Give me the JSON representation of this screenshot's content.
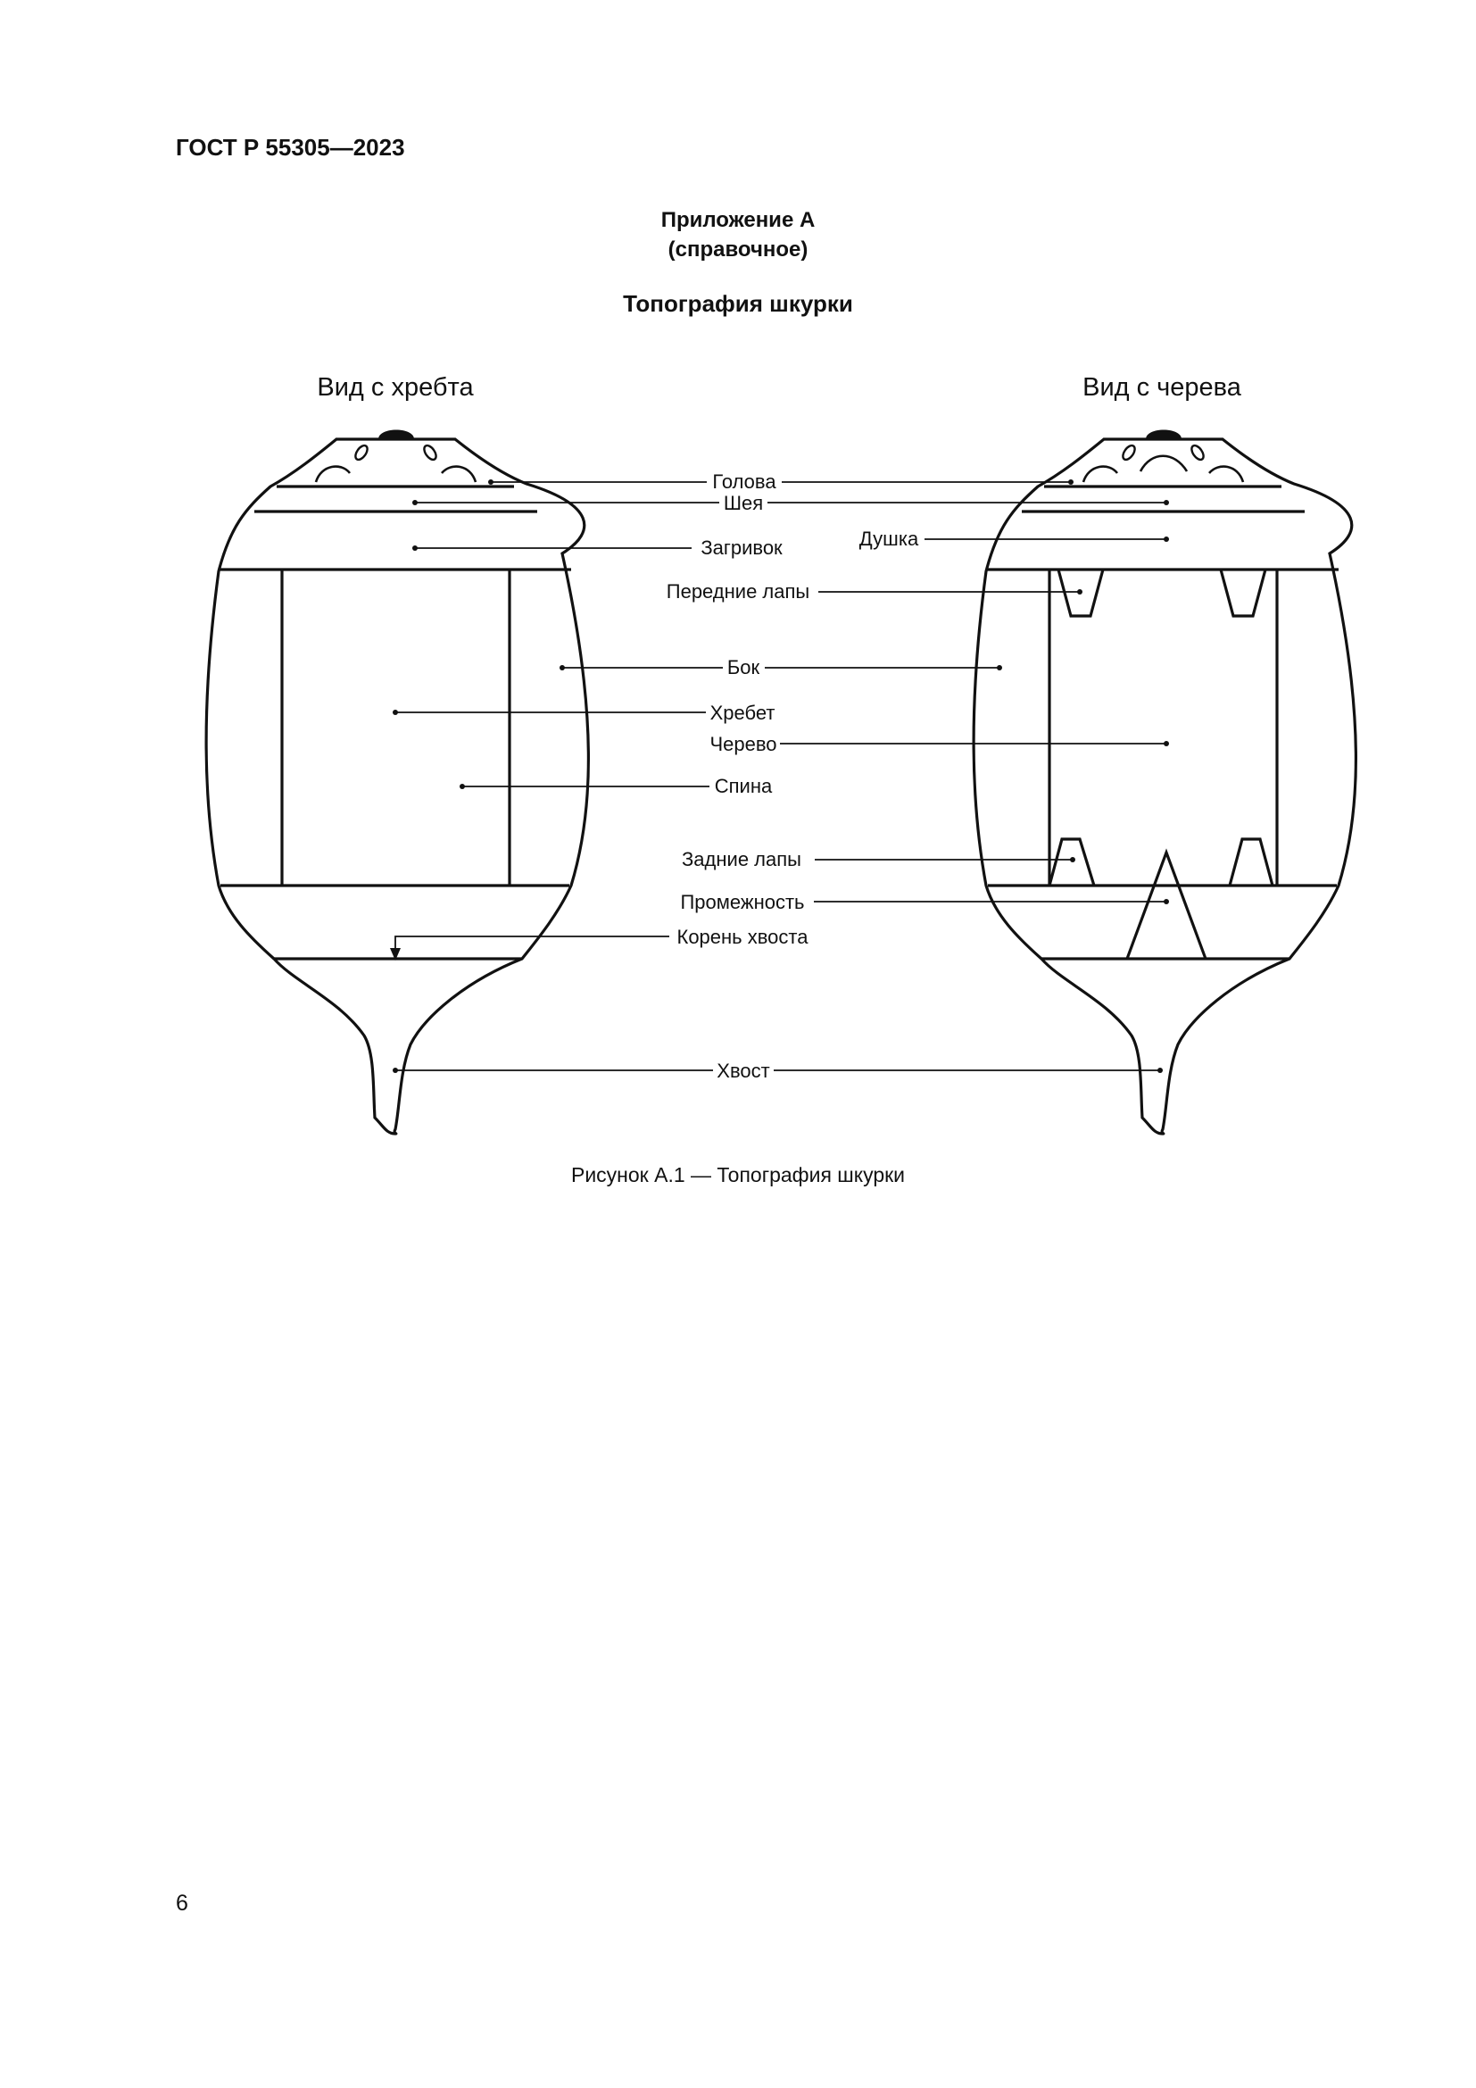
{
  "header": {
    "doc_code": "ГОСТ Р 55305—2023"
  },
  "appendix": {
    "title": "Приложение А",
    "subtitle": "(справочное)"
  },
  "section": {
    "title": "Топография шкурки"
  },
  "figure": {
    "left_view_title": "Вид с хребта",
    "right_view_title": "Вид с черева",
    "labels": {
      "head": "Голова",
      "neck": "Шея",
      "scruff": "Загривок",
      "dushka": "Душка",
      "front_paws": "Передние лапы",
      "side": "Бок",
      "ridge": "Хребет",
      "belly": "Черево",
      "back": "Спина",
      "hind_paws": "Задние лапы",
      "perineum": "Промежность",
      "tail_root": "Корень хвоста",
      "tail": "Хвост"
    },
    "caption": "Рисунок А.1 — Топография шкурки"
  },
  "footer": {
    "page_number": "6"
  }
}
